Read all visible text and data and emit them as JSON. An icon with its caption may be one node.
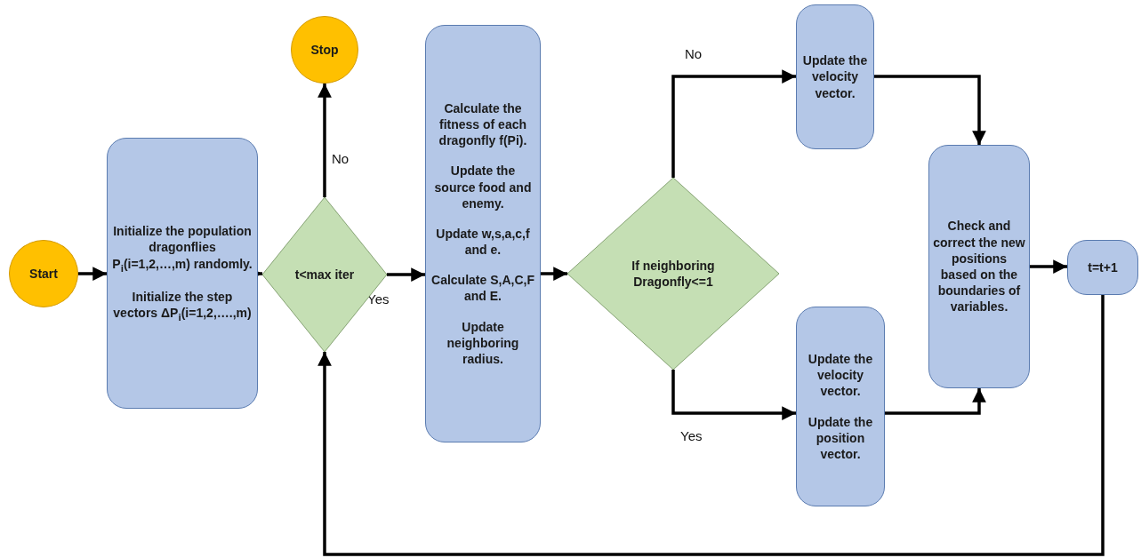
{
  "diagram": {
    "nodes": [
      {
        "text": [
          "Start"
        ]
      },
      {
        "text": [
          "Initialize the population dragonflies P$_{i}$(i=1,2,…,m) randomly.",
          "Initialize the step vectors ΔP$_{i}$(i=1,2,….,m)"
        ]
      },
      {
        "text": [
          "t<max iter"
        ]
      },
      {
        "text": [
          "Stop"
        ]
      },
      {
        "text": [
          "Calculate the fitness of each dragonfly f(Pi).",
          "Update the source food and enemy.",
          "Update w,s,a,c,f and e.",
          "Calculate S,A,C,F and E.",
          "Update neighboring radius."
        ]
      },
      {
        "text": [
          "If neighboring Dragonfly<=1"
        ]
      },
      {
        "text": [
          "Update the velocity vector."
        ]
      },
      {
        "text": [
          "Update the velocity vector.",
          "Update the position vector."
        ]
      },
      {
        "text": [
          "Check and correct the new positions based on the boundaries of variables."
        ]
      },
      {
        "text": [
          "t=t+1"
        ]
      }
    ],
    "edges": [
      {
        "from": 0,
        "to": 1,
        "arrow": "to"
      },
      {
        "from": 1,
        "to": 2,
        "arrow": "to"
      },
      {
        "from": 2,
        "to": 3,
        "arrow": "to",
        "label": "No"
      },
      {
        "from": 2,
        "to": 4,
        "arrow": "to",
        "label": "Yes"
      },
      {
        "from": 4,
        "to": 5,
        "arrow": "to"
      },
      {
        "from": 5,
        "to": 6,
        "arrow": "to",
        "label": "No"
      },
      {
        "from": 5,
        "to": 7,
        "arrow": "to",
        "label": "Yes"
      },
      {
        "from": 6,
        "to": 8,
        "arrow": "to"
      },
      {
        "from": 7,
        "to": 8,
        "arrow": "to"
      },
      {
        "from": 8,
        "to": 9,
        "arrow": "to"
      },
      {
        "from": 9,
        "to": 2,
        "arrow": "to"
      }
    ]
  }
}
